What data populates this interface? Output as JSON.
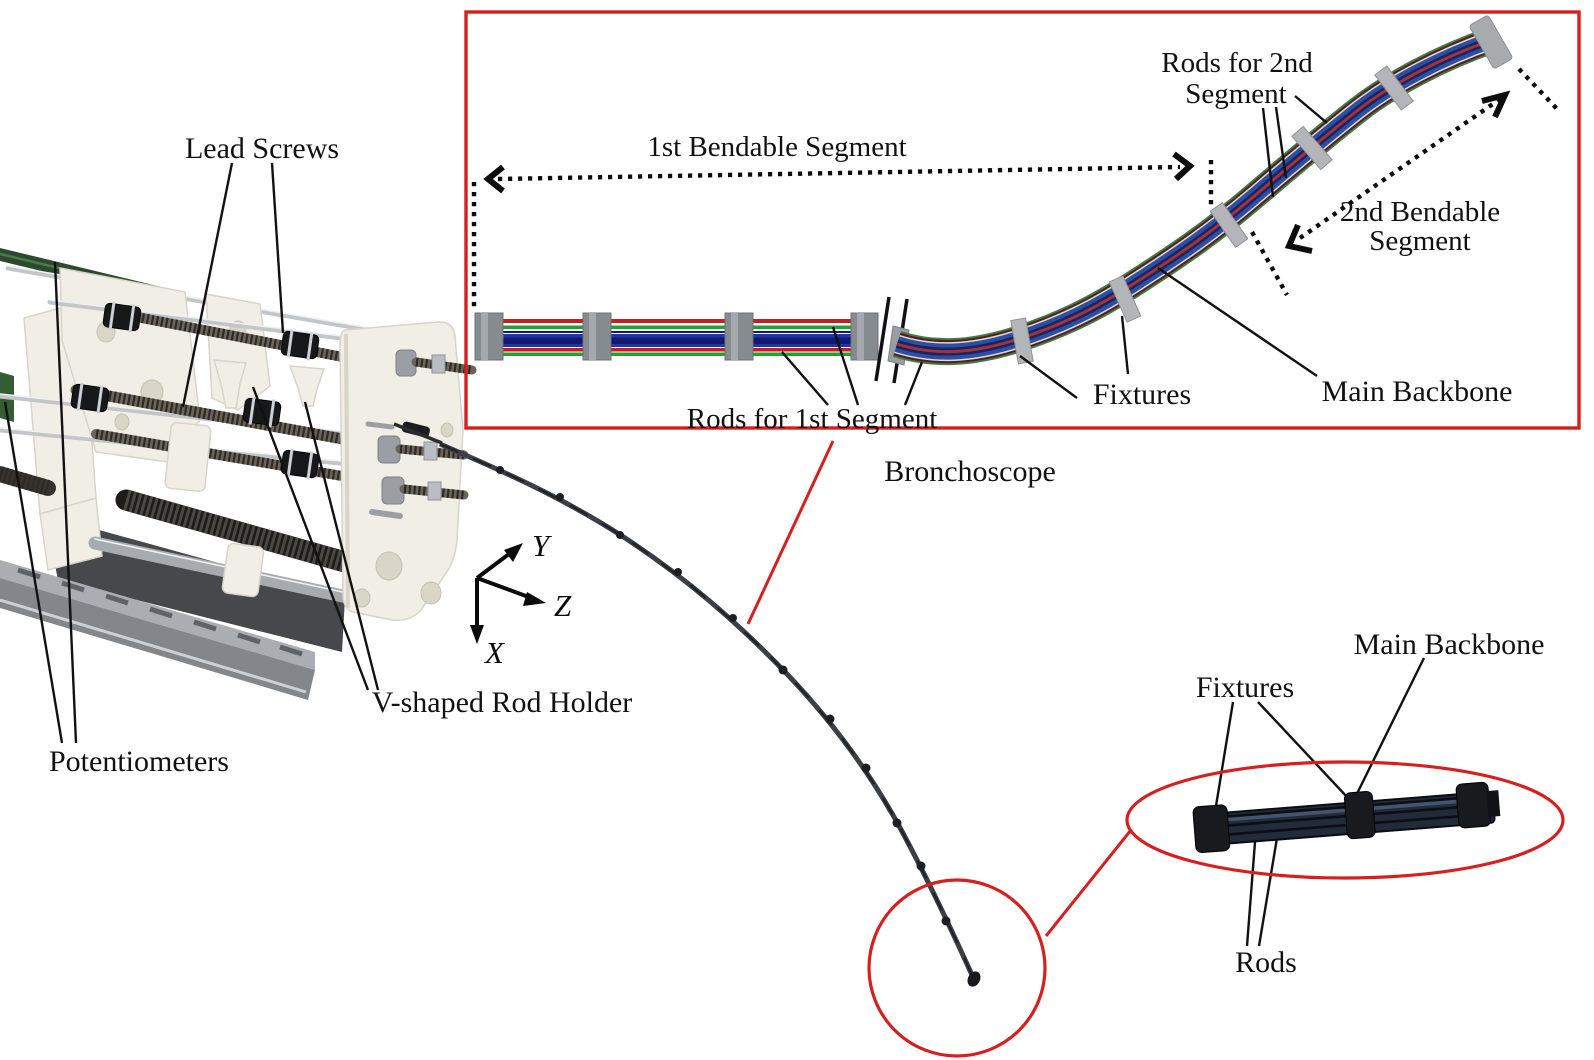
{
  "figure": {
    "type": "annotated-hardware-figure",
    "photo_labels": {
      "lead_screws": "Lead Screws",
      "potentiometers": "Potentiometers",
      "v_rod_holder": "V-shaped Rod Holder",
      "bronchoscope": "Bronchoscope"
    },
    "axes": {
      "x": "X",
      "y": "Y",
      "z": "Z"
    },
    "schematic": {
      "segment1": "1st Bendable Segment",
      "segment2_line1": "2nd Bendable",
      "segment2_line2": "Segment",
      "rods2_line1": "Rods for 2nd",
      "rods2_line2": "Segment",
      "rods1": "Rods for 1st Segment",
      "fixtures": "Fixtures",
      "main_backbone": "Main Backbone"
    },
    "inset": {
      "fixtures": "Fixtures",
      "main_backbone": "Main Backbone",
      "rods": "Rods"
    },
    "colors": {
      "accent_red": "#d62020",
      "backbone_blue": "#2233a8",
      "backbone_navy": "#121a6e",
      "rod_red": "#c41e24",
      "rod_green": "#1fa32c",
      "rod_maroon": "#5a1b1b",
      "curve_green": "#3f7a46",
      "fixture_gray": "#868b90",
      "curve_fixture_gray": "#b3b5b8"
    }
  }
}
